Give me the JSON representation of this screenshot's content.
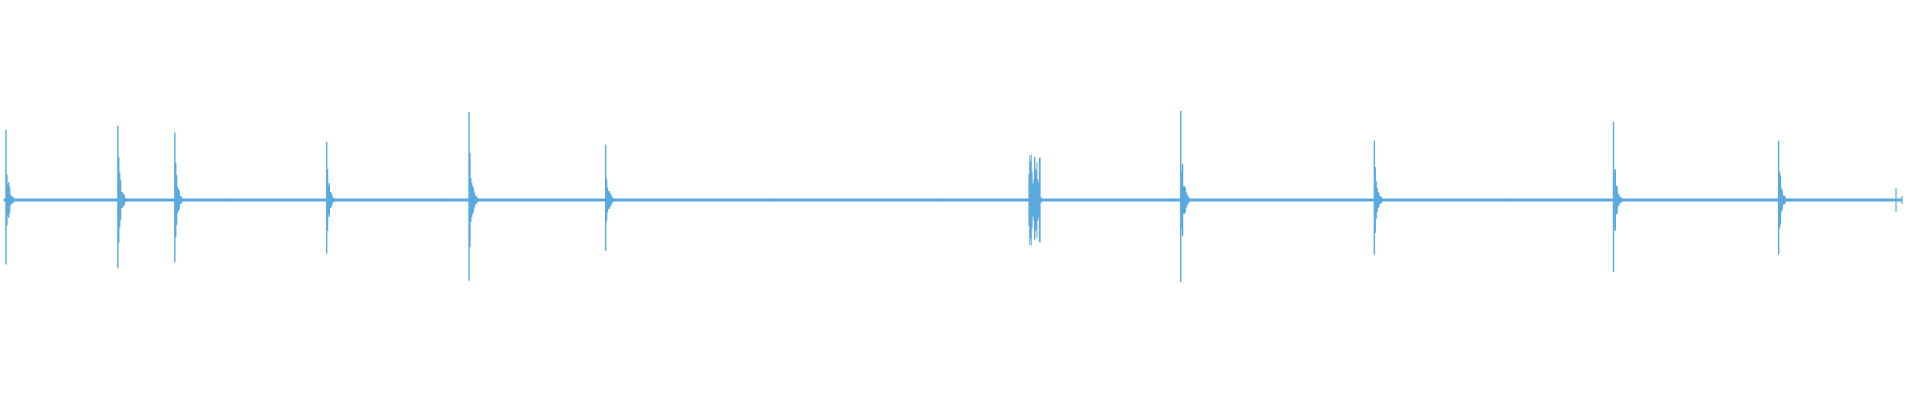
{
  "waveform": {
    "color": "#5aaae0",
    "transients_sec": [
      0.0,
      0.6,
      0.9,
      1.7,
      2.45,
      3.17,
      5.43,
      6.2,
      7.22,
      8.48,
      9.35
    ],
    "peak_amplitudes": [
      0.52,
      0.55,
      0.5,
      0.43,
      0.65,
      0.41,
      0.32,
      0.66,
      0.44,
      0.58,
      0.44
    ],
    "noisy_burst_sec": [
      5.4,
      5.46
    ],
    "duration_sec": 10.0,
    "baseline_noise": 0.012
  }
}
